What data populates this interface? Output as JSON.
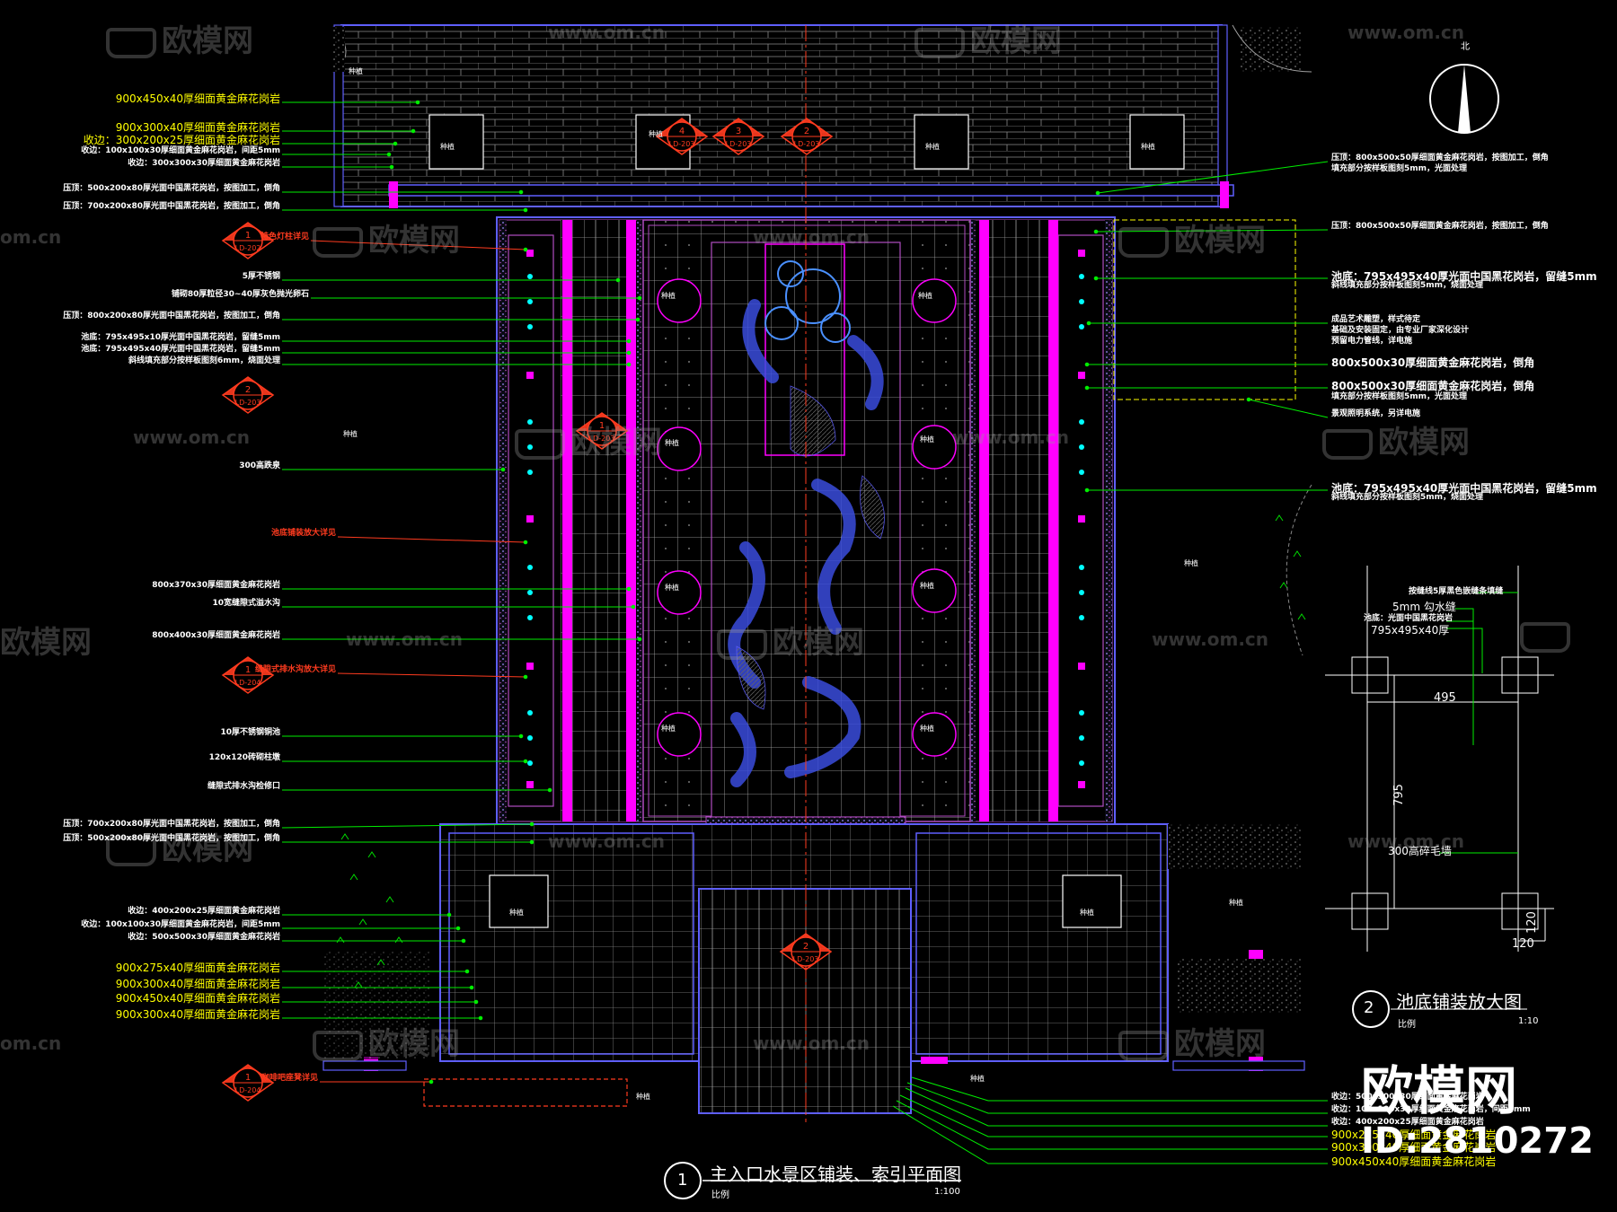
{
  "watermark": {
    "brand": "欧模网",
    "url": "www.om.cn",
    "url_short": "om.cn",
    "id": "ID:2810272"
  },
  "drawing": {
    "title": "主入口水景区铺装、索引平面图",
    "title_no": "1",
    "scale_label": "比例",
    "scale": "1:100",
    "north_label": "北"
  },
  "detail": {
    "title": "池底铺装放大图",
    "no": "2",
    "scale_label": "比例",
    "scale": "1:10",
    "dims": [
      "495",
      "795",
      "120",
      "120"
    ],
    "notes": [
      "按缝线5厚黑色嵌缝条填缝",
      "5mm 勾水缝",
      "池底：光面中国黑花岗岩",
      "795x495x40厚",
      "300高碎毛墙"
    ]
  },
  "colors": {
    "magenta": "#ff00ff",
    "blue": "#5f5fff",
    "yellow": "#ffff00",
    "red": "#ff3b1f",
    "green": "#00ff00",
    "cyan": "#00ffff",
    "white": "#ffffff"
  },
  "left_labels": [
    {
      "t": "900x450x40厚细面黄金麻花岗岩",
      "c": "y"
    },
    {
      "t": "900x300x40厚细面黄金麻花岗岩",
      "c": "y"
    },
    {
      "t": "收边：300x200x25厚细面黄金麻花岗岩",
      "c": "y"
    },
    {
      "t": "收边：100x100x30厚细面黄金麻花岗岩，间距5mm",
      "c": "w"
    },
    {
      "t": "收边：300x300x30厚细面黄金麻花岗岩",
      "c": "w"
    },
    {
      "t": "压顶：500x200x80厚光面中国黑花岗岩，按图加工，倒角",
      "c": "w"
    },
    {
      "t": "压顶：700x200x80厚光面中国黑花岗岩，按图加工，倒角",
      "c": "w"
    },
    {
      "t": "特色灯柱详见",
      "c": "r"
    },
    {
      "t": "5厚不锈钢",
      "c": "w"
    },
    {
      "t": "铺砌80厚粒径30~40厚灰色抛光卵石",
      "c": "w"
    },
    {
      "t": "压顶：800x200x80厚光面中国黑花岗岩，按图加工，倒角",
      "c": "w"
    },
    {
      "t": "池底：795x495x10厚光面中国黑花岗岩，留缝5mm",
      "c": "w"
    },
    {
      "t": "池底：795x495x40厚光面中国黑花岗岩，留缝5mm",
      "c": "w"
    },
    {
      "t": "斜线填充部分按样板图刻6mm，烧面处理",
      "c": "w"
    },
    {
      "t": "300高跌泉",
      "c": "w"
    },
    {
      "t": "池底铺装放大详见",
      "c": "r"
    },
    {
      "t": "800x370x30厚细面黄金麻花岗岩",
      "c": "w"
    },
    {
      "t": "10宽缝隙式溢水沟",
      "c": "w"
    },
    {
      "t": "800x400x30厚细面黄金麻花岗岩",
      "c": "w"
    },
    {
      "t": "缝隙式排水沟放大详见",
      "c": "r"
    },
    {
      "t": "10厚不锈钢铜池",
      "c": "w"
    },
    {
      "t": "120x120砖砌柱墩",
      "c": "w"
    },
    {
      "t": "缝隙式排水沟检修口",
      "c": "w"
    },
    {
      "t": "压顶：700x200x80厚光面中国黑花岗岩，按图加工，倒角",
      "c": "w"
    },
    {
      "t": "压顶：500x200x80厚光面中国黑花岗岩，按图加工，倒角",
      "c": "w"
    },
    {
      "t": "收边：400x200x25厚细面黄金麻花岗岩",
      "c": "w"
    },
    {
      "t": "收边：100x100x30厚细面黄金麻花岗岩，间距5mm",
      "c": "w"
    },
    {
      "t": "收边：500x500x30厚细面黄金麻花岗岩",
      "c": "w"
    },
    {
      "t": "900x275x40厚细面黄金麻花岗岩",
      "c": "y"
    },
    {
      "t": "900x300x40厚细面黄金麻花岗岩",
      "c": "y"
    },
    {
      "t": "900x450x40厚细面黄金麻花岗岩",
      "c": "y"
    },
    {
      "t": "900x300x40厚细面黄金麻花岗岩",
      "c": "y"
    },
    {
      "t": "咖啡吧座凳详见",
      "c": "r"
    }
  ],
  "right_labels": [
    {
      "t": "压顶：800x500x50厚细面黄金麻花岗岩，按图加工，倒角",
      "c": "w"
    },
    {
      "t": "填充部分按样板图刻5mm，光面处理",
      "c": "w"
    },
    {
      "t": "压顶：800x500x50厚细面黄金麻花岗岩，按图加工，倒角",
      "c": "w"
    },
    {
      "t": "池底：795x495x40厚光面中国黑花岗岩，留缝5mm",
      "c": "w"
    },
    {
      "t": "斜线填充部分按样板图刻5mm，烧面处理",
      "c": "w"
    },
    {
      "t": "成品艺术雕塑，样式待定",
      "c": "w"
    },
    {
      "t": "基础及安装固定，由专业厂家深化设计",
      "c": "w"
    },
    {
      "t": "预留电力管线，详电施",
      "c": "w"
    },
    {
      "t": "800x500x30厚细面黄金麻花岗岩，倒角",
      "c": "w"
    },
    {
      "t": "800x500x30厚细面黄金麻花岗岩，倒角",
      "c": "w"
    },
    {
      "t": "填充部分按样板图刻5mm，光面处理",
      "c": "w"
    },
    {
      "t": "景观照明系统，另详电施",
      "c": "w"
    },
    {
      "t": "池底：795x495x40厚光面中国黑花岗岩，留缝5mm",
      "c": "w"
    },
    {
      "t": "斜线填充部分按样板图刻5mm，烧面处理",
      "c": "w"
    }
  ],
  "bottom_right_labels": [
    {
      "t": "收边：500x500x30厚细面黄金麻花岗岩",
      "c": "w"
    },
    {
      "t": "收边：100x100x30厚细面黄金麻花岗岩，间距5mm",
      "c": "w"
    },
    {
      "t": "收边：400x200x25厚细面黄金麻花岗岩",
      "c": "w"
    },
    {
      "t": "900x275x40厚细面黄金麻花岗岩",
      "c": "y"
    },
    {
      "t": "900x300x40厚细面黄金麻花岗岩",
      "c": "y"
    },
    {
      "t": "900x450x40厚细面黄金麻花岗岩",
      "c": "y"
    }
  ],
  "plant_label": "种植",
  "index_marks": [
    {
      "top": "1",
      "bot": "LD-202"
    },
    {
      "top": "2",
      "bot": "LD-203"
    },
    {
      "top": "4",
      "bot": "LD-203"
    },
    {
      "top": "3",
      "bot": "LD-203"
    },
    {
      "top": "2",
      "bot": "LD-203"
    },
    {
      "top": "1",
      "bot": "LD-203"
    },
    {
      "top": "1",
      "bot": "LD-204"
    },
    {
      "top": "1",
      "bot": "LD-204"
    },
    {
      "top": "2",
      "bot": "LD-203"
    }
  ]
}
